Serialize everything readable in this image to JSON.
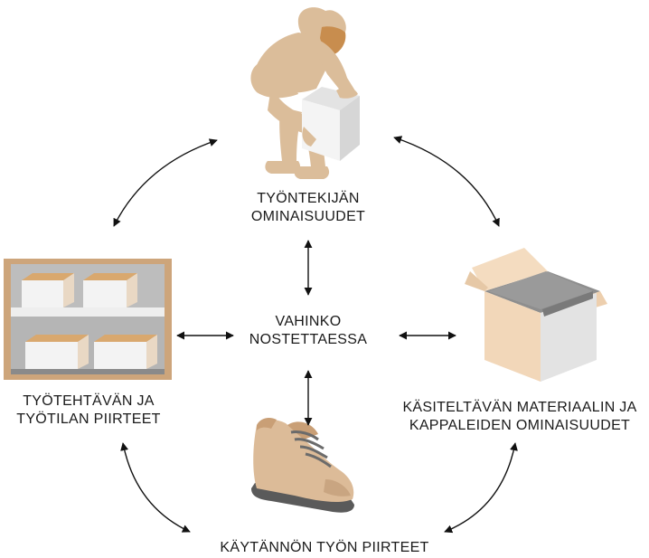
{
  "center": {
    "line1": "VAHINKO",
    "line2": "NOSTETTAESSA"
  },
  "nodes": {
    "worker": {
      "line1": "TYÖNTEKIJÄN",
      "line2": "OMINAISUUDET",
      "icon": "worker-lifting-box-icon"
    },
    "task": {
      "line1": "TYÖTEHTÄVÄN JA",
      "line2": "TYÖTILAN PIIRTEET",
      "icon": "shelf-with-boxes-icon"
    },
    "material": {
      "line1": "KÄSITELTÄVÄN MATERIAALIN JA",
      "line2": "KAPPALEIDEN OMINAISUUDET",
      "icon": "open-box-icon"
    },
    "practice": {
      "line1": "KÄYTÄNNÖN TYÖN PIIRTEET",
      "icon": "shoe-icon"
    }
  },
  "colors": {
    "skin": "#dbbd9a",
    "shadow": "#c88d4e",
    "box_white": "#f2f2f2",
    "box_side": "#dcdcdc",
    "cardboard": "#f2d7b9",
    "shelf_frame": "#cda57b",
    "shelf_back": "#bdbdbd",
    "shoe": "#dcbb98",
    "arrow": "#111111"
  }
}
